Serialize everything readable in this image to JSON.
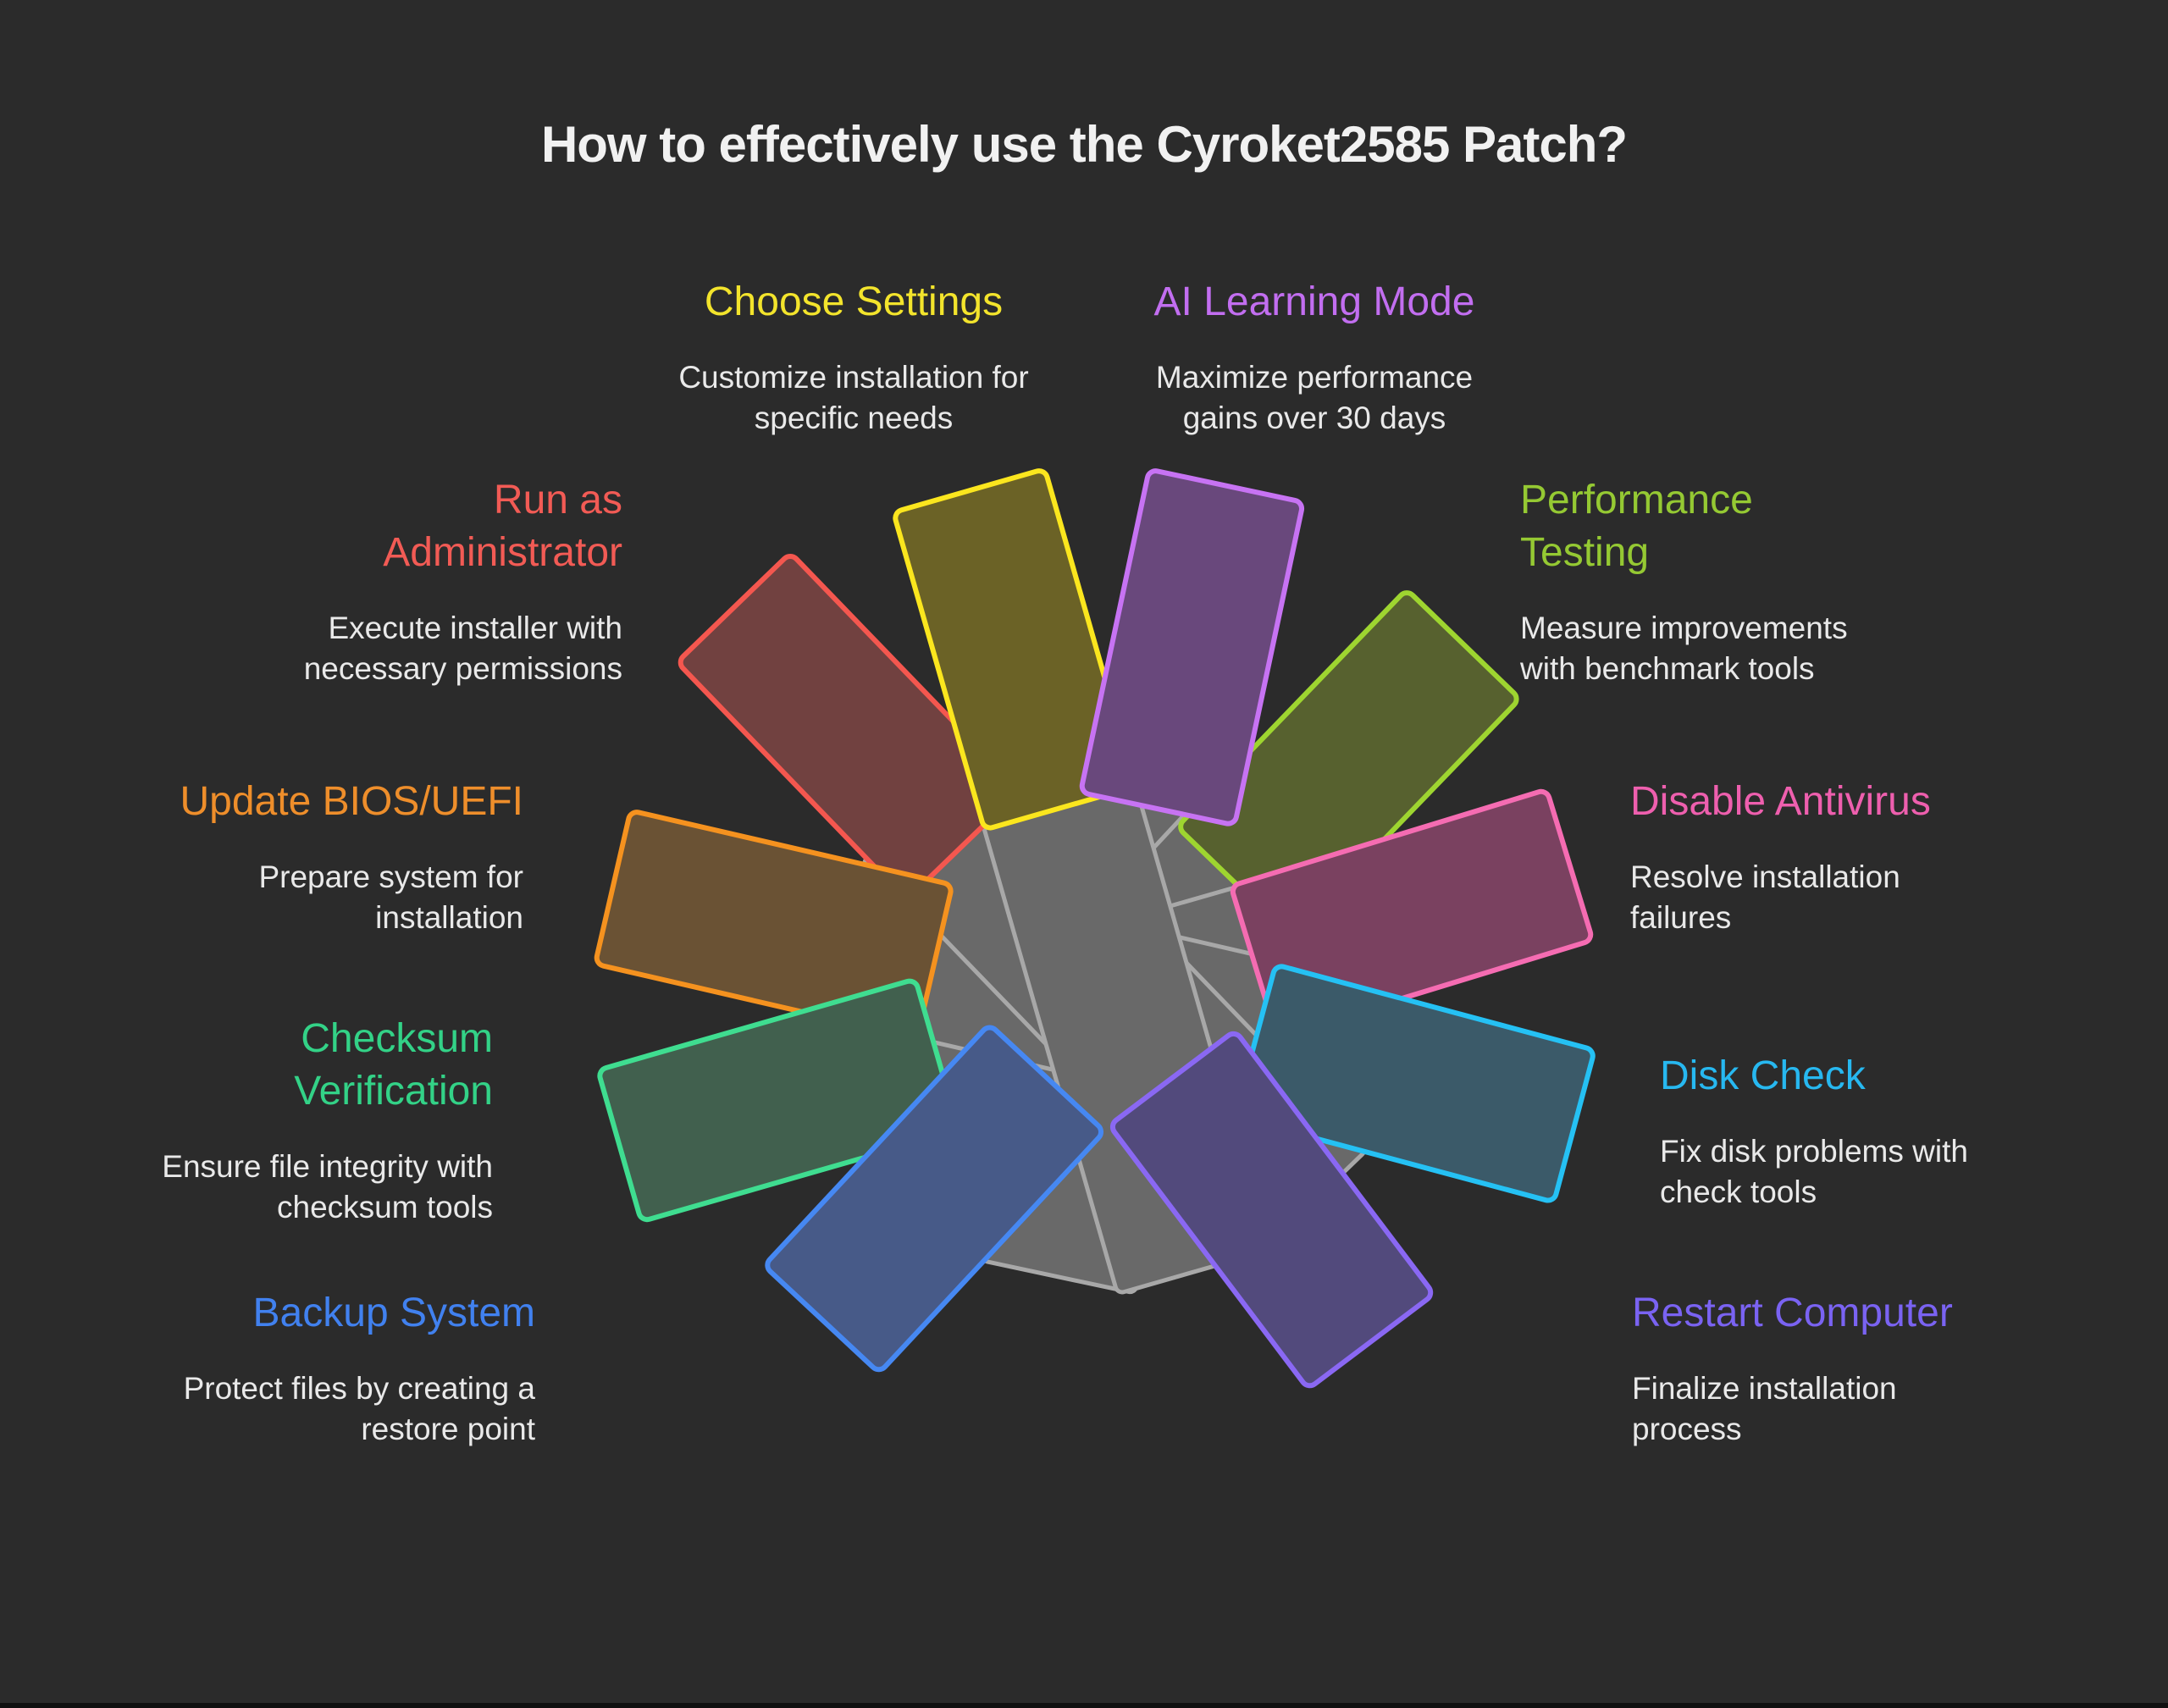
{
  "title": "How to effectively use the Cyroket2585 Patch?",
  "background_color": "#2b2b2b",
  "center_color": "#696969",
  "center_outline_color": "#a8a8a8",
  "steps": [
    {
      "id": "choose-settings",
      "label": "Choose Settings",
      "description": "Customize installation for\nspecific needs",
      "heading_color": "#f3e42c",
      "petal_border": "#fbe61e",
      "petal_fill": "#6b6226"
    },
    {
      "id": "ai-learning-mode",
      "label": "AI Learning Mode",
      "description": "Maximize performance\ngains over 30 days",
      "heading_color": "#c26ef0",
      "petal_border": "#c773f3",
      "petal_fill": "#69487c"
    },
    {
      "id": "run-as-admin",
      "label": "Run as\nAdministrator",
      "description": "Execute installer with\nnecessary permissions",
      "heading_color": "#f25b55",
      "petal_border": "#f4574f",
      "petal_fill": "#714140"
    },
    {
      "id": "performance-testing",
      "label": "Performance\nTesting",
      "description": "Measure improvements\nwith benchmark tools",
      "heading_color": "#95c933",
      "petal_border": "#9ed530",
      "petal_fill": "#57612f"
    },
    {
      "id": "update-bios",
      "label": "Update BIOS/UEFI",
      "description": "Prepare system for\ninstallation",
      "heading_color": "#ee8e2b",
      "petal_border": "#f5921f",
      "petal_fill": "#6a5234"
    },
    {
      "id": "disable-antivirus",
      "label": "Disable Antivirus",
      "description": "Resolve installation\nfailures",
      "heading_color": "#ee5fae",
      "petal_border": "#f56cb2",
      "petal_fill": "#7a4160"
    },
    {
      "id": "checksum-verification",
      "label": "Checksum\nVerification",
      "description": "Ensure file integrity with\nchecksum tools",
      "heading_color": "#33d287",
      "petal_border": "#3fdd90",
      "petal_fill": "#41604e"
    },
    {
      "id": "disk-check",
      "label": "Disk Check",
      "description": "Fix disk problems with\ncheck tools",
      "heading_color": "#27b8f0",
      "petal_border": "#25c1f4",
      "petal_fill": "#3b5a69"
    },
    {
      "id": "backup-system",
      "label": "Backup System",
      "description": "Protect files by creating a\nrestore point",
      "heading_color": "#4181ef",
      "petal_border": "#4688f2",
      "petal_fill": "#475a88"
    },
    {
      "id": "restart-computer",
      "label": "Restart Computer",
      "description": "Finalize installation\nprocess",
      "heading_color": "#7a63f2",
      "petal_border": "#8a68f3",
      "petal_fill": "#524a7c"
    }
  ]
}
